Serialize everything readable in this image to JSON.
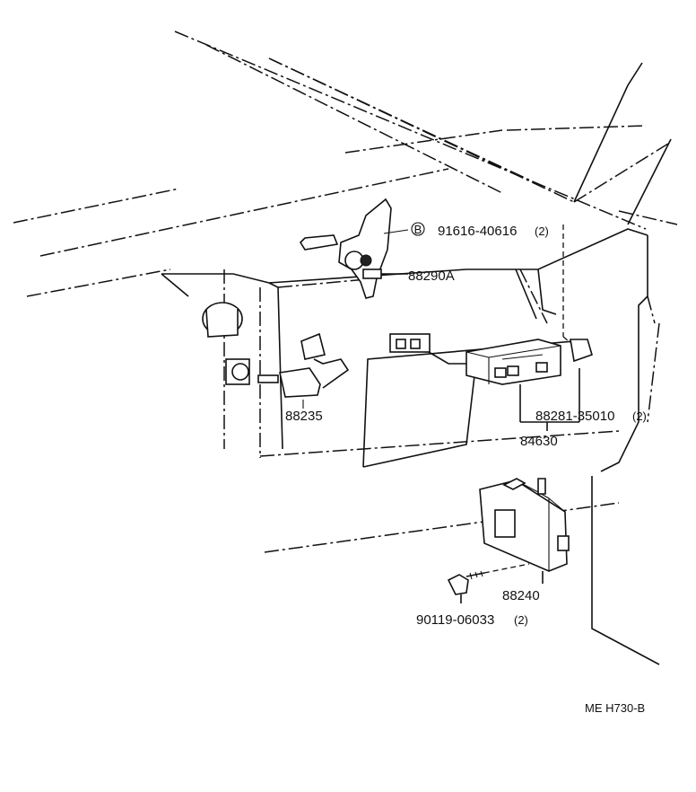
{
  "diagram": {
    "callouts": {
      "bolt_b": "B",
      "part_91616": "91616-40616",
      "part_91616_qty": "(2)",
      "part_88290a": "88290A",
      "part_88235": "88235",
      "part_88281": "88281-35010",
      "part_88281_qty": "(2)",
      "part_84630": "84630",
      "part_88240": "88240",
      "part_90119": "90119-06033",
      "part_90119_qty": "(2)"
    },
    "drawing_code": "ME H730-B"
  }
}
